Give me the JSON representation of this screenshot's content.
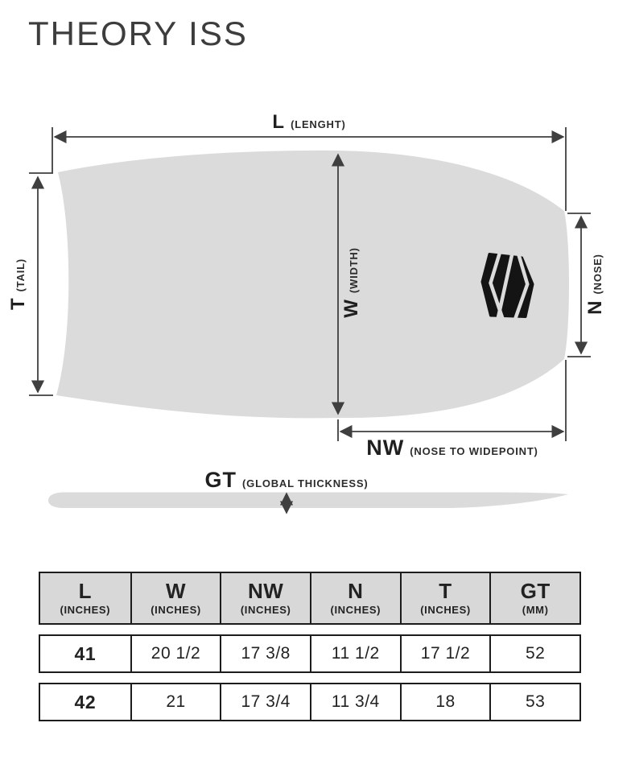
{
  "page": {
    "title": "THEORY ISS"
  },
  "diagram": {
    "dims": {
      "length": {
        "abbr": "L",
        "desc": "(LENGHT)"
      },
      "width": {
        "abbr": "W",
        "desc": "(WIDTH)"
      },
      "tail": {
        "abbr": "T",
        "desc": "(TAIL)"
      },
      "nose": {
        "abbr": "N",
        "desc": "(NOSE)"
      },
      "nose_to_widepoint": {
        "abbr": "NW",
        "desc": "(NOSE TO WIDEPOINT)"
      },
      "global_thickness": {
        "abbr": "GT",
        "desc": "(GLOBAL THICKNESS)"
      }
    },
    "icons": {
      "board_logo": "sniper-emblem-icon"
    },
    "colors": {
      "board_fill": "#dbdbdb",
      "dimension_line": "#3f3f3f",
      "logo": "#141414",
      "table_header_bg": "#d8d8d8",
      "border": "#1c1c1c",
      "text": "#262626"
    }
  },
  "table": {
    "columns": [
      {
        "abbr": "L",
        "unit": "(INCHES)"
      },
      {
        "abbr": "W",
        "unit": "(INCHES)"
      },
      {
        "abbr": "NW",
        "unit": "(INCHES)"
      },
      {
        "abbr": "N",
        "unit": "(INCHES)"
      },
      {
        "abbr": "T",
        "unit": "(INCHES)"
      },
      {
        "abbr": "GT",
        "unit": "(MM)"
      }
    ],
    "rows": [
      [
        "41",
        "20 1/2",
        "17 3/8",
        "11 1/2",
        "17 1/2",
        "52"
      ],
      [
        "42",
        "21",
        "17 3/4",
        "11 3/4",
        "18",
        "53"
      ]
    ]
  }
}
